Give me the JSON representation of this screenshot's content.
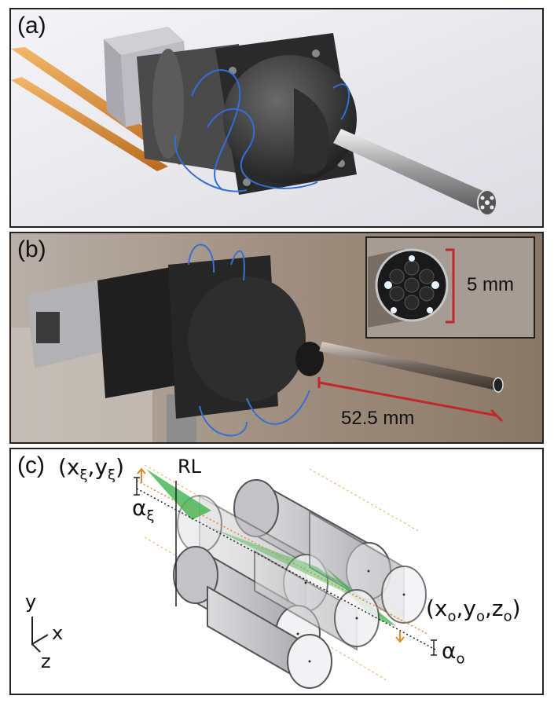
{
  "panels": {
    "a": {
      "label": "(a)"
    },
    "b": {
      "label": "(b)",
      "inset_dimension": "5 mm",
      "length_dimension": "52.5 mm"
    },
    "c": {
      "label": "(c)",
      "source_coord": {
        "base": "(x",
        "sub1": "ξ",
        "mid": ",y",
        "sub2": "ξ",
        "end": ")"
      },
      "alpha_source": {
        "base": "α",
        "sub": "ξ"
      },
      "relay_label": "RL",
      "object_coord": {
        "base": "(x",
        "sub1": "o",
        "mid1": ",y",
        "sub2": "o",
        "mid2": ",z",
        "sub3": "o",
        "end": ")"
      },
      "alpha_object": {
        "base": "α",
        "sub": "o"
      },
      "axes": {
        "y": "y",
        "x": "x",
        "z": "z"
      }
    }
  },
  "colors": {
    "border": "#222222",
    "scale_bar_red": "#c0282d",
    "lens_green": "#3fb34f",
    "ray_orange": "#e08a2a",
    "rod_gray": "#c8c8ca"
  }
}
